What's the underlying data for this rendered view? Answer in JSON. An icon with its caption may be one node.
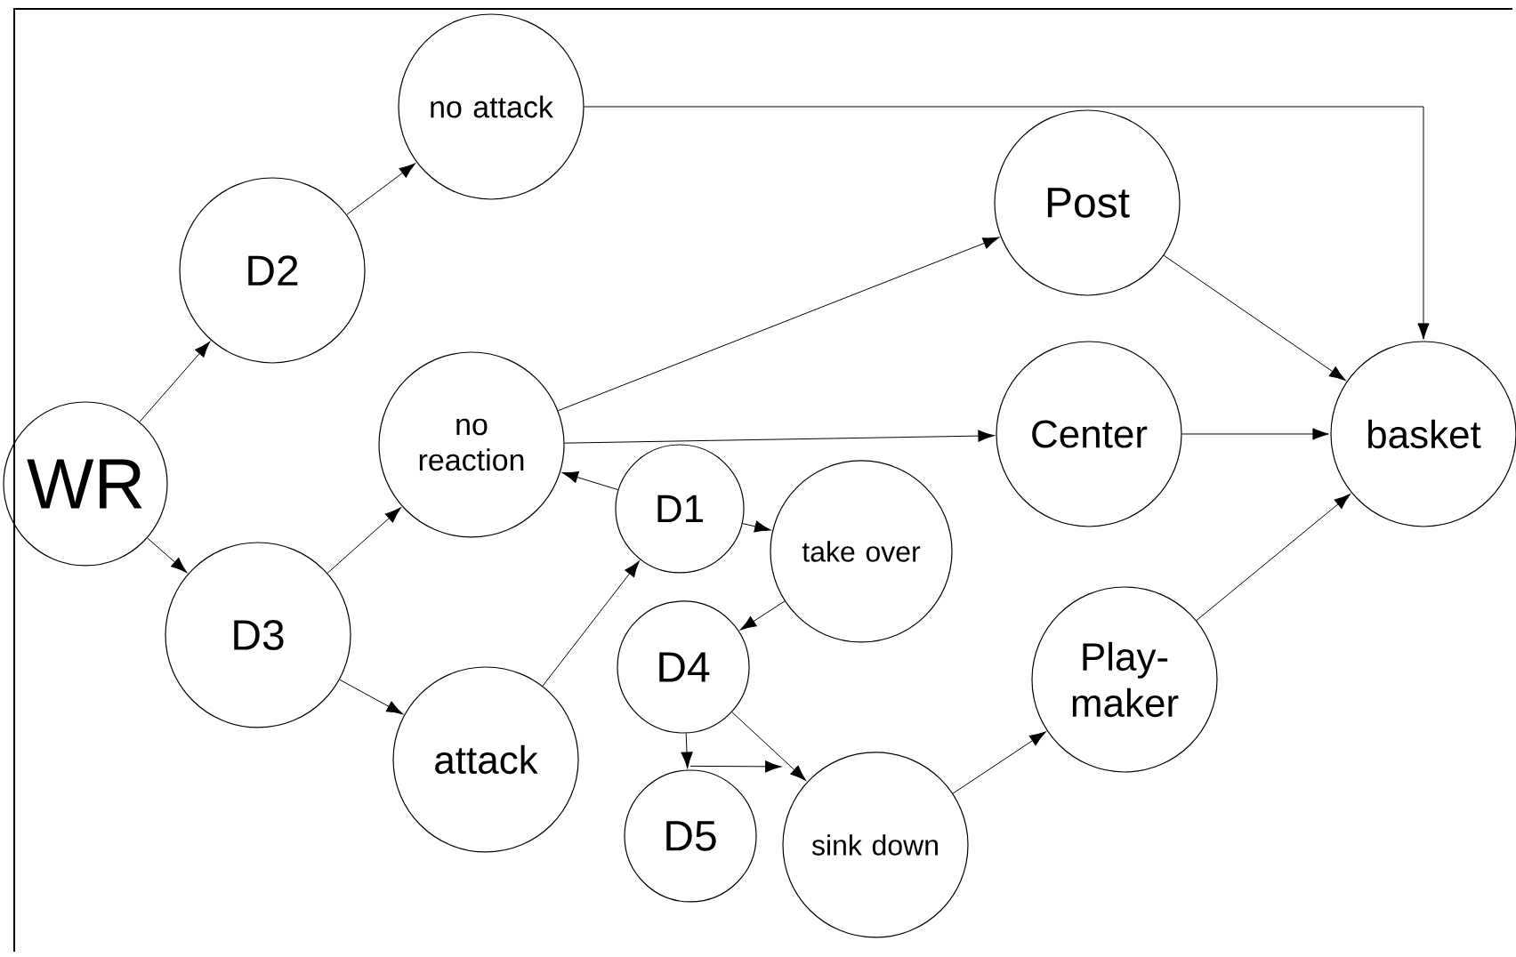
{
  "diagram": {
    "nodes": [
      {
        "text": [
          "WR"
        ]
      },
      {
        "text": [
          "D2"
        ]
      },
      {
        "text": [
          "D3"
        ]
      },
      {
        "text": [
          "no attack"
        ]
      },
      {
        "text": [
          "no reaction"
        ]
      },
      {
        "text": [
          "attack"
        ]
      },
      {
        "text": [
          "D1"
        ]
      },
      {
        "text": [
          "take over"
        ]
      },
      {
        "text": [
          "D4"
        ]
      },
      {
        "text": [
          "D5"
        ]
      },
      {
        "text": [
          "sink down"
        ]
      },
      {
        "text": [
          "Post"
        ]
      },
      {
        "text": [
          "Center"
        ]
      },
      {
        "text": [
          "Play- maker"
        ]
      },
      {
        "text": [
          "basket"
        ]
      }
    ],
    "edges": [
      {
        "from": 0,
        "to": 1,
        "arrow": "to"
      },
      {
        "from": 0,
        "to": 2,
        "arrow": "to"
      },
      {
        "from": 1,
        "to": 3,
        "arrow": "to"
      },
      {
        "from": 2,
        "to": 4,
        "arrow": "to"
      },
      {
        "from": 2,
        "to": 5,
        "arrow": "to"
      },
      {
        "from": 3,
        "to": 14,
        "arrow": "to"
      },
      {
        "from": 4,
        "to": 11,
        "arrow": "to"
      },
      {
        "from": 4,
        "to": 12,
        "arrow": "to"
      },
      {
        "from": 6,
        "to": 4,
        "arrow": "to"
      },
      {
        "from": 5,
        "to": 6,
        "arrow": "to"
      },
      {
        "from": 6,
        "to": 7,
        "arrow": "to"
      },
      {
        "from": 7,
        "to": 8,
        "arrow": "to"
      },
      {
        "from": 8,
        "to": 10,
        "arrow": "to"
      },
      {
        "from": 8,
        "to": 9,
        "arrow": "to"
      },
      {
        "from": 9,
        "to": 10,
        "arrow": "to"
      },
      {
        "from": 10,
        "to": 13,
        "arrow": "to"
      },
      {
        "from": 11,
        "to": 14,
        "arrow": "to"
      },
      {
        "from": 12,
        "to": 14,
        "arrow": "to"
      },
      {
        "from": 13,
        "to": 14,
        "arrow": "to"
      }
    ]
  }
}
